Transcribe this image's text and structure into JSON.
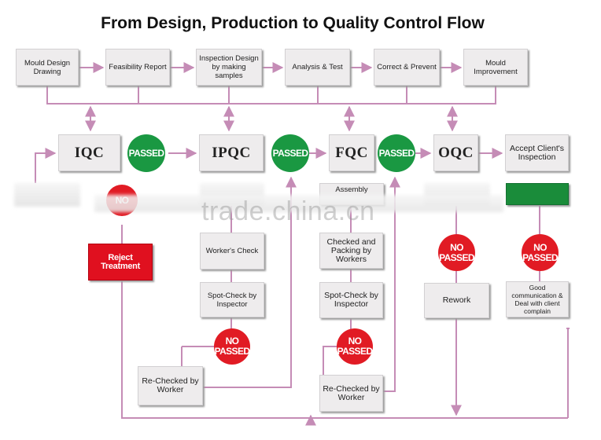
{
  "title": "From Design, Production to Quality Control Flow",
  "colors": {
    "line": "#c58cb6",
    "box": "#eeeced",
    "pass": "#1a9842",
    "fail": "#e11b24",
    "reject": "#e0101f"
  },
  "top_steps": [
    "Mould Design Drawing",
    "Feasibility Report",
    "Inspection Design by making samples",
    "Analysis & Test",
    "Correct & Prevent",
    "Mould Improvement"
  ],
  "stages": [
    "IQC",
    "IPQC",
    "FQC",
    "OQC"
  ],
  "accept_inspection": "Accept Client's Inspection",
  "passed_label": "PASSED",
  "no_passed": {
    "line1": "NO",
    "line2": "PASSED"
  },
  "reject_treatment": "Reject Treatment",
  "ipqc_steps": {
    "workers_check": "Worker's Check",
    "spot_check": "Spot-Check by Inspector"
  },
  "fqc_steps": {
    "assembly": "Assembly",
    "checked_packing": "Checked and Packing by Workers",
    "spot_check": "Spot-Check by Inspector"
  },
  "oqc_rework": "Rework",
  "client_complain": "Good communication & Deal with client complain",
  "rechecked": "Re-Checked by Worker",
  "watermark": "trade.china.cn"
}
